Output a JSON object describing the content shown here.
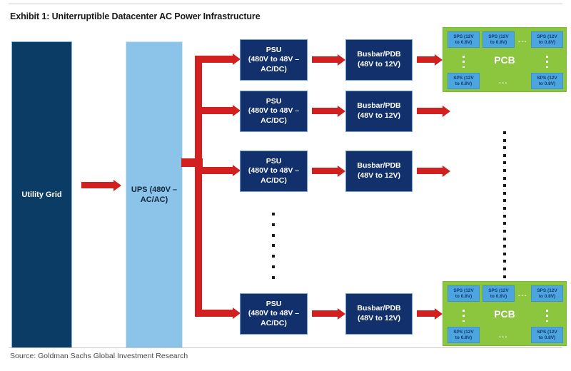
{
  "header": {
    "title": "Exhibit 1: Uniterruptible Datacenter AC Power Infrastructure"
  },
  "footer": {
    "source": "Source: Goldman Sachs Global Investment Research"
  },
  "colors": {
    "utility_grid": "#0b3c66",
    "ups": "#8bc4e8",
    "psu": "#12306b",
    "busbar": "#12306b",
    "pcb": "#8cc63f",
    "sps": "#4da5e0",
    "arrow": "#d21f1f"
  },
  "diagram": {
    "utility_grid": {
      "label": "Utility Grid"
    },
    "ups": {
      "line1": "UPS (480V –",
      "line2": "AC/AC)"
    },
    "rows": [
      {
        "psu": {
          "line1": "PSU",
          "line2": "(480V to 48V –",
          "line3": "AC/DC)"
        },
        "busbar": {
          "line1": "Busbar/PDB",
          "line2": "(48V to 12V)"
        },
        "has_pcb": true
      },
      {
        "psu": {
          "line1": "PSU",
          "line2": "(480V to 48V –",
          "line3": "AC/DC)"
        },
        "busbar": {
          "line1": "Busbar/PDB",
          "line2": "(48V to 12V)"
        },
        "has_pcb": false
      },
      {
        "psu": {
          "line1": "PSU",
          "line2": "(480V to 48V –",
          "line3": "AC/DC)"
        },
        "busbar": {
          "line1": "Busbar/PDB",
          "line2": "(48V to 12V)"
        },
        "has_pcb": false
      },
      {
        "psu": {
          "line1": "PSU",
          "line2": "(480V to 48V –",
          "line3": "AC/DC)"
        },
        "busbar": {
          "line1": "Busbar/PDB",
          "line2": "(48V to 12V)"
        },
        "has_pcb": true
      }
    ],
    "pcb": {
      "label": "PCB",
      "sps": {
        "line1": "SPS (12V",
        "line2": "to 0.8V)"
      },
      "ellipsis": "..."
    }
  }
}
